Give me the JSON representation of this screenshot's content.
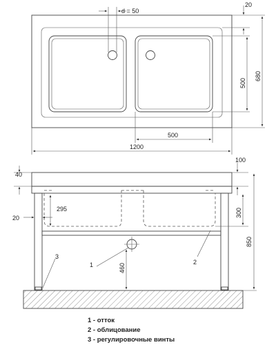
{
  "top_view": {
    "drain_diameter": "d = 50",
    "dim_top_edge": "20",
    "dim_height": "680",
    "dim_bowl_height": "500",
    "dim_bowl_width": "500",
    "dim_total_width": "1200"
  },
  "front_view": {
    "dim_top_thickness": "40",
    "dim_top_overhang": "100",
    "dim_bowl_depth": "295",
    "dim_side_gap": "20",
    "dim_bowl_outer": "300",
    "dim_total_height": "850",
    "dim_drain_height": "460",
    "callout_1": "1",
    "callout_2": "2",
    "callout_3": "3"
  },
  "legend": [
    "1 - отток",
    "2 - облицование",
    "3 - регулировочные винты"
  ]
}
